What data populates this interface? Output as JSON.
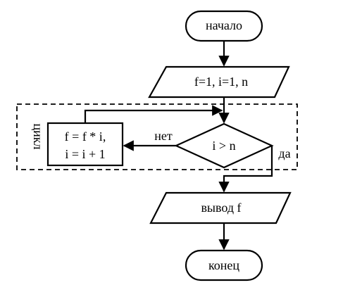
{
  "diagram": {
    "start": "начало",
    "input": "f=1, i=1, n",
    "loop_label": "цикл",
    "process_line1": "f = f * i,",
    "process_line2": "i = i + 1",
    "decision": "i > n",
    "no_label": "нет",
    "yes_label": "да",
    "output": "вывод f",
    "end": "конец"
  }
}
